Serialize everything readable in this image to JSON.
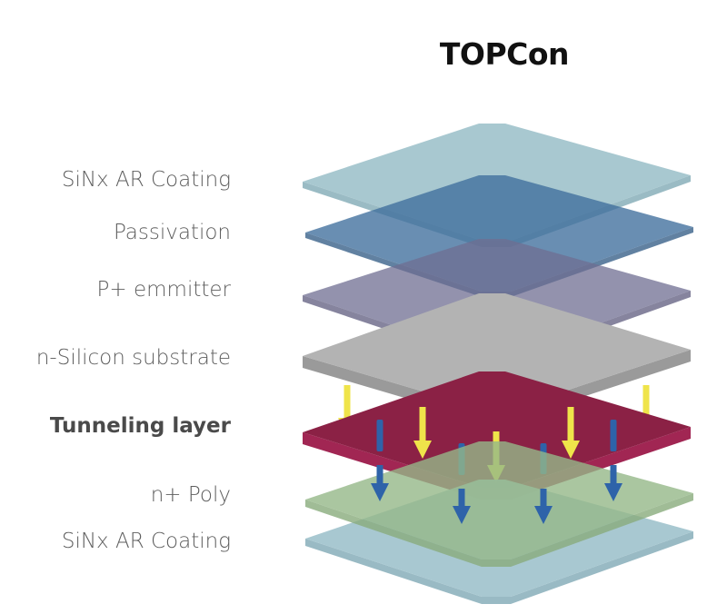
{
  "title": "TOPCon",
  "layers": [
    {
      "id": "sinx-top",
      "label": "SiNx AR Coating",
      "bold": false,
      "color": "#9fc2cb",
      "side": "#8fb4be",
      "opacity": 0.9
    },
    {
      "id": "passivation",
      "label": "Passivation",
      "bold": false,
      "color": "#3f6e9c",
      "side": "#345d87",
      "opacity": 0.78
    },
    {
      "id": "p-emitter",
      "label": "P+  emmitter",
      "bold": false,
      "color": "#6f6d92",
      "side": "#5d5b7d",
      "opacity": 0.75
    },
    {
      "id": "n-silicon",
      "label": "n-Silicon substrate",
      "bold": false,
      "color": "#b3b3b3",
      "side": "#9a9a9a",
      "opacity": 1.0
    },
    {
      "id": "tunneling",
      "label": "Tunneling layer",
      "bold": true,
      "color": "#8b2145",
      "side": "#a12653",
      "opacity": 1.0
    },
    {
      "id": "n-poly",
      "label": "n+ Poly",
      "bold": false,
      "color": "#95b888",
      "side": "#88ab7c",
      "opacity": 0.8
    },
    {
      "id": "sinx-bottom",
      "label": "SiNx AR Coating",
      "bold": false,
      "color": "#a3c5cf",
      "side": "#93b6c1",
      "opacity": 0.95
    }
  ],
  "arrows": {
    "yellow_color": "#efe44a",
    "blue_color": "#2e63a9"
  }
}
